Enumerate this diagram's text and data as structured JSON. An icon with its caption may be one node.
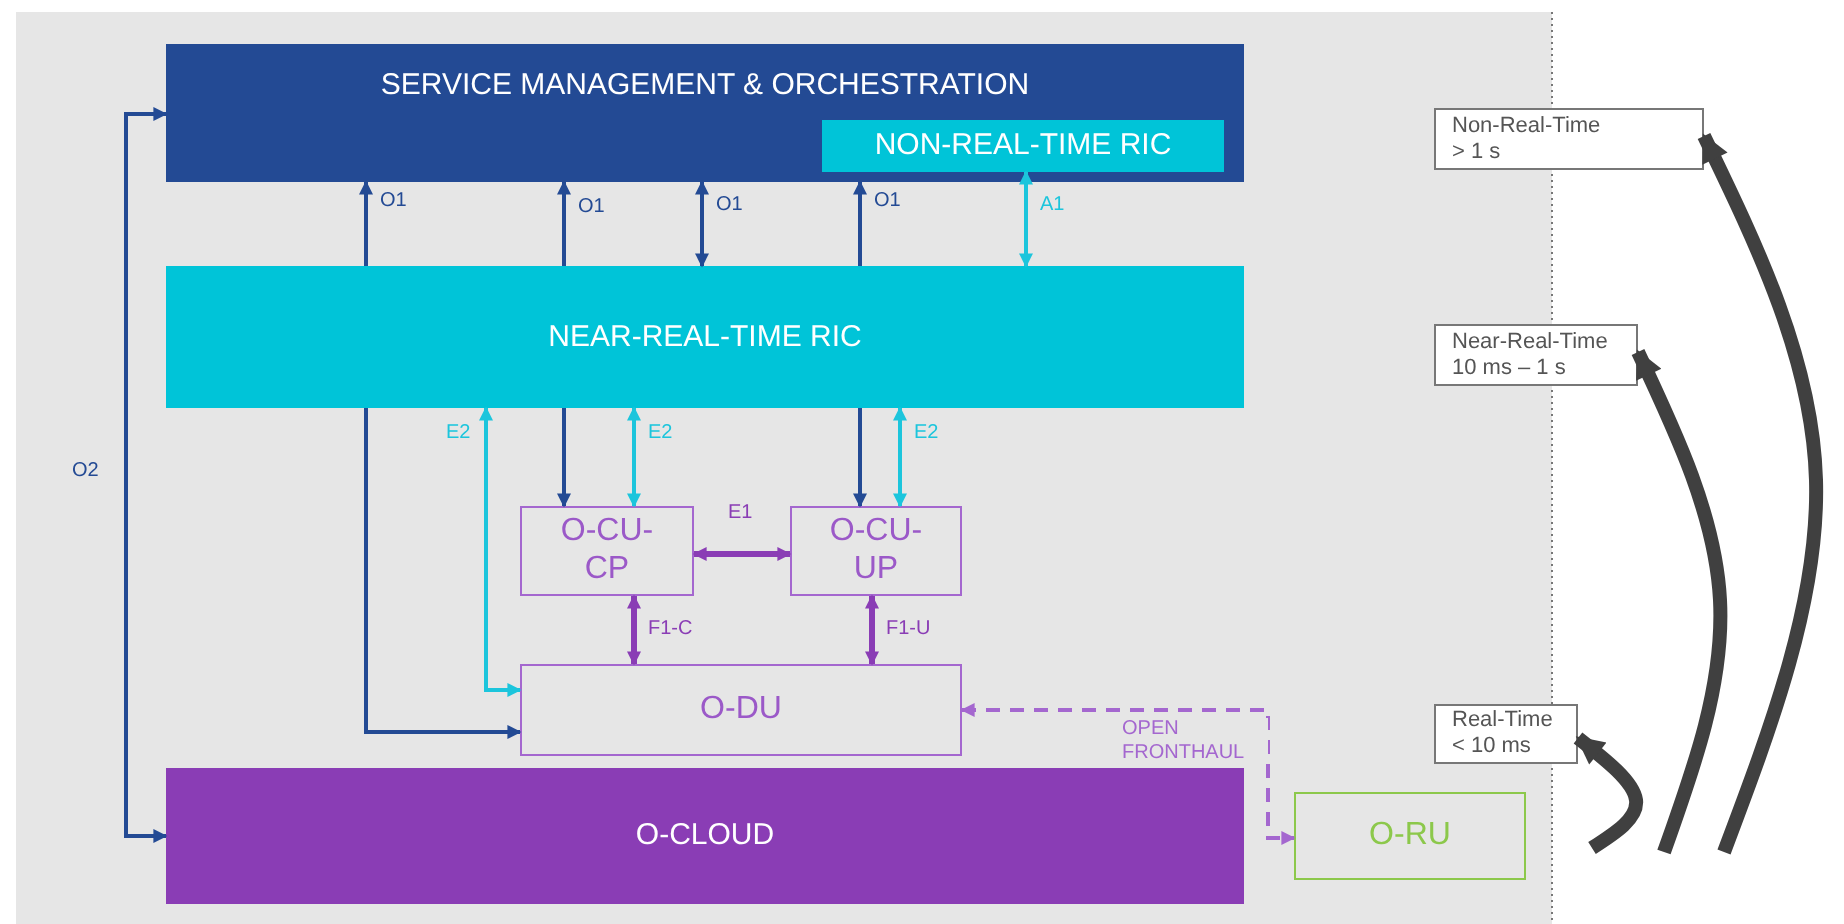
{
  "diagram": {
    "nodes": [
      {
        "text": [
          "SERVICE MANAGEMENT & ORCHESTRATION"
        ]
      },
      {
        "text": [
          "NON-REAL-TIME RIC"
        ],
        "in": 0
      },
      {
        "text": [
          "NEAR-REAL-TIME RIC"
        ]
      },
      {
        "text": [
          "O-CU- CP"
        ]
      },
      {
        "text": [
          "O-CU- UP"
        ]
      },
      {
        "text": [
          "O-DU"
        ]
      },
      {
        "text": [
          "O-CLOUD"
        ]
      },
      {
        "text": [
          "O-RU"
        ]
      },
      {
        "text": [
          "Non-Real-Time",
          "> 1 s"
        ]
      },
      {
        "text": [
          "Near-Real-Time",
          "10 ms – 1 s"
        ]
      },
      {
        "text": [
          "Real-Time",
          "< 10 ms"
        ]
      }
    ],
    "edges": [
      {
        "from": 2,
        "to": 0,
        "arrow": "to",
        "label": "O1"
      },
      {
        "from": 2,
        "to": 5,
        "arrow": "to"
      },
      {
        "from": 2,
        "to": 0,
        "arrow": "to",
        "label": "O1"
      },
      {
        "from": 2,
        "to": 3,
        "arrow": "to"
      },
      {
        "from": 0,
        "to": 2,
        "arrow": "both",
        "label": "O1"
      },
      {
        "from": 2,
        "to": 0,
        "arrow": "to",
        "label": "O1"
      },
      {
        "from": 2,
        "to": 4,
        "arrow": "to"
      },
      {
        "from": 1,
        "to": 2,
        "arrow": "both",
        "label": "A1",
        "color": "#1cc5dc"
      },
      {
        "from": 5,
        "to": 2,
        "arrow": "both",
        "label": "E2",
        "color": "#1cc5dc"
      },
      {
        "from": 2,
        "to": 3,
        "arrow": "both",
        "label": "E2",
        "color": "#1cc5dc"
      },
      {
        "from": 2,
        "to": 4,
        "arrow": "both",
        "label": "E2",
        "color": "#1cc5dc"
      },
      {
        "from": 3,
        "to": 4,
        "arrow": "both",
        "label": "E1",
        "color": "#8a3db5"
      },
      {
        "from": 3,
        "to": 5,
        "arrow": "both",
        "label": "F1-C",
        "color": "#8a3db5"
      },
      {
        "from": 4,
        "to": 5,
        "arrow": "both",
        "label": "F1-U",
        "color": "#8a3db5"
      },
      {
        "from": 5,
        "to": 7,
        "arrow": "both",
        "label": "OPEN FRONTHAUL",
        "style": "dashed",
        "color": "#a467cf"
      },
      {
        "from": 0,
        "to": 6,
        "arrow": "both",
        "label": "O2"
      },
      {
        "from": null,
        "to": 10,
        "arrow": "to",
        "style": "thick",
        "color": "#404040"
      },
      {
        "from": null,
        "to": 9,
        "arrow": "to",
        "style": "thick",
        "color": "#404040"
      },
      {
        "from": null,
        "to": 8,
        "arrow": "to",
        "style": "thick",
        "color": "#404040"
      }
    ]
  }
}
